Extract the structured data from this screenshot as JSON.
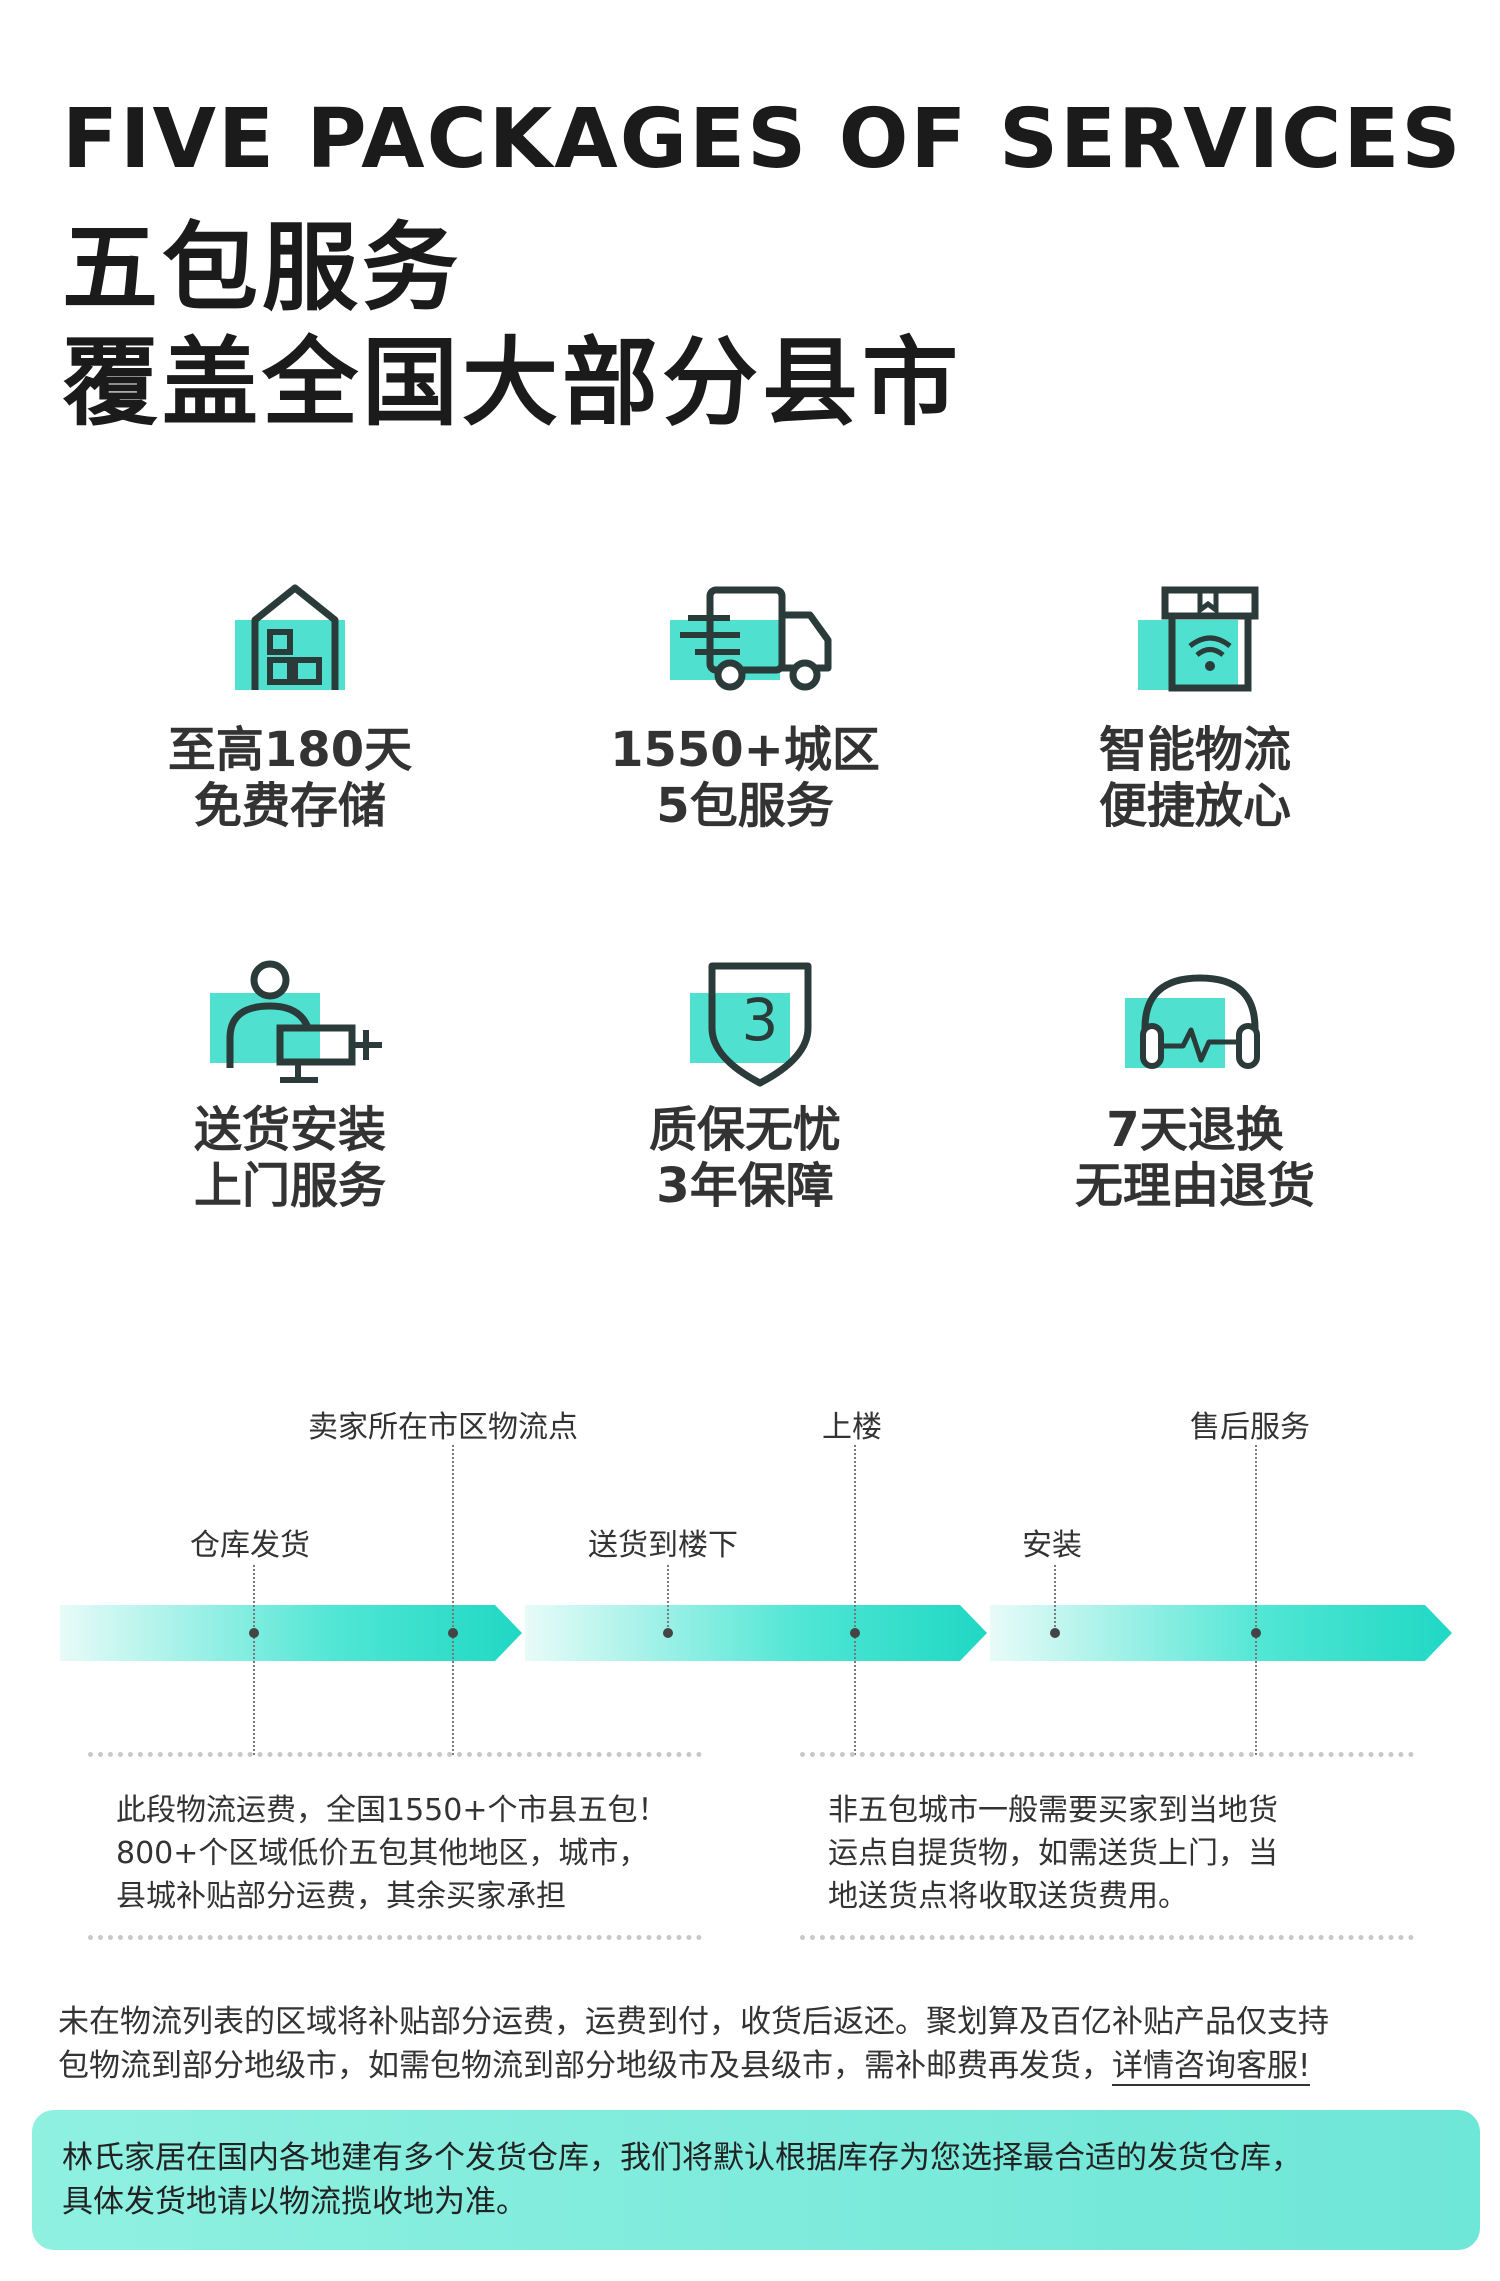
{
  "header": {
    "title_en": "FIVE PACKAGES OF SERVICES",
    "title_cn_1": "五包服务",
    "title_cn_2": "覆盖全国大部分县市"
  },
  "features": [
    {
      "icon": "warehouse-icon",
      "line1": "至高180天",
      "line2": "免费存储"
    },
    {
      "icon": "delivery-truck-icon",
      "line1": "1550+城区",
      "line2": "5包服务"
    },
    {
      "icon": "smart-box-icon",
      "line1": "智能物流",
      "line2": "便捷放心"
    },
    {
      "icon": "installer-icon",
      "line1": "送货安装",
      "line2": "上门服务"
    },
    {
      "icon": "shield-3-icon",
      "line1": "质保无忧",
      "line2": "3年保障"
    },
    {
      "icon": "headset-icon",
      "line1": "7天退换",
      "line2": "无理由退货"
    }
  ],
  "timeline": {
    "labels_upper": [
      "卖家所在市区物流点",
      "上楼",
      "售后服务"
    ],
    "labels_lower": [
      "仓库发货",
      "送货到楼下",
      "安装"
    ]
  },
  "notes": {
    "left": [
      "此段物流运费，全国1550+个市县五包！",
      "800+个区域低价五包其他地区，城市，",
      "县城补贴部分运费，其余买家承担"
    ],
    "right": [
      "非五包城市一般需要买家到当地货",
      "运点自提货物，如需送货上门，当",
      "地送货点将收取送货费用。"
    ]
  },
  "footer": {
    "line1": "未在物流列表的区域将补贴部分运费，运费到付，收货后返还。聚划算及百亿补贴产品仅支持",
    "line2_a": "包物流到部分地级市，如需包物流到部分地级市及县级市，需补邮费再发货，",
    "line2_link": "详情咨询客服!"
  },
  "callout": {
    "line1": "林氏家居在国内各地建有多个发货仓库，我们将默认根据库存为您选择最合适的发货仓库，",
    "line2": "具体发货地请以物流揽收地为准。"
  },
  "colors": {
    "accent": "#33dcc8",
    "dark": "#2a3b3a"
  }
}
